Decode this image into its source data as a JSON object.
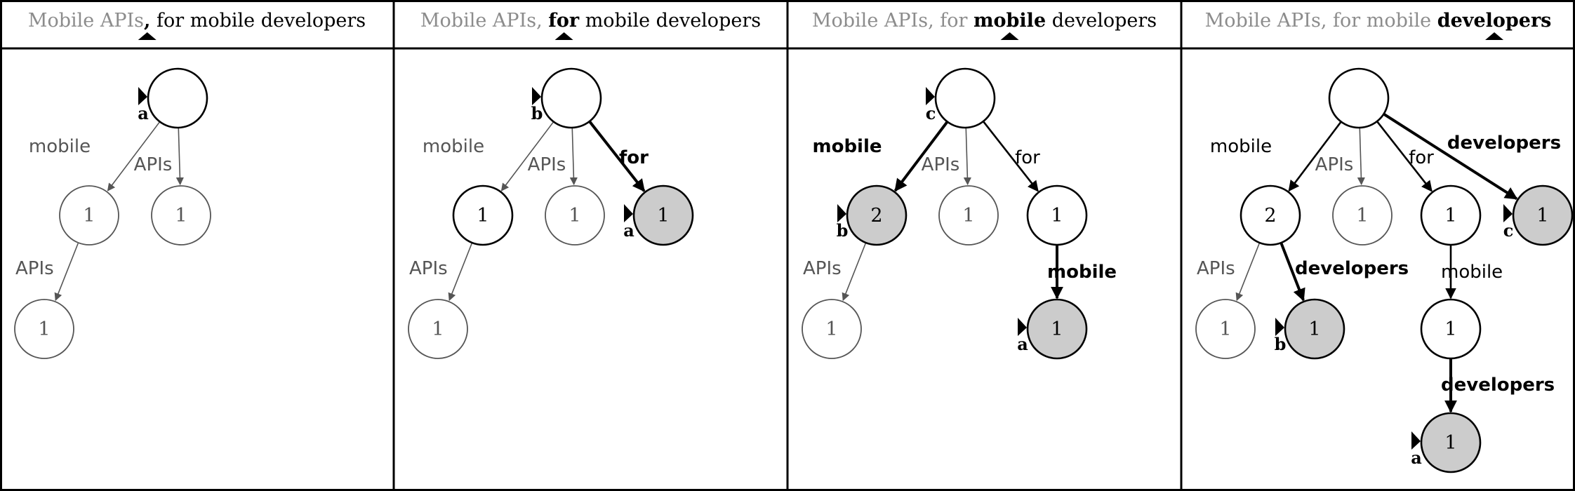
{
  "colors": {
    "frame": "#000000",
    "faded": "#555555",
    "header_faded": "#8c8c8c",
    "active": "#000000",
    "current_fill": "#cccccc",
    "node_fill": "#ffffff"
  },
  "panels": [
    {
      "header_segments": [
        {
          "text": "Mobile APIs",
          "style": "faded"
        },
        {
          "text": ",",
          "style": "bold"
        },
        {
          "text": " for mobile developers",
          "style": "normal"
        }
      ],
      "nodes": [
        {
          "id": "root",
          "label": "",
          "state": "faded-root",
          "pointer": "a"
        },
        {
          "id": "n1",
          "label": "1",
          "state": "faded"
        },
        {
          "id": "n2",
          "label": "1",
          "state": "faded"
        },
        {
          "id": "n3",
          "label": "1",
          "state": "faded"
        }
      ],
      "edges": [
        {
          "from": "root",
          "to": "n1",
          "label": "mobile",
          "state": "faded"
        },
        {
          "from": "root",
          "to": "n2",
          "label": "APIs",
          "state": "faded"
        },
        {
          "from": "n1",
          "to": "n3",
          "label": "APIs",
          "state": "faded"
        }
      ]
    },
    {
      "header_segments": [
        {
          "text": "Mobile APIs, ",
          "style": "faded"
        },
        {
          "text": "for",
          "style": "bold"
        },
        {
          "text": " mobile developers",
          "style": "normal"
        }
      ],
      "nodes": [
        {
          "id": "root",
          "label": "",
          "state": "normal",
          "pointer": "b"
        },
        {
          "id": "n1",
          "label": "1",
          "state": "normal"
        },
        {
          "id": "n2",
          "label": "1",
          "state": "faded"
        },
        {
          "id": "n4",
          "label": "1",
          "state": "current",
          "pointer": "a"
        },
        {
          "id": "n3",
          "label": "1",
          "state": "faded"
        }
      ],
      "edges": [
        {
          "from": "root",
          "to": "n1",
          "label": "mobile",
          "state": "faded"
        },
        {
          "from": "root",
          "to": "n2",
          "label": "APIs",
          "state": "faded"
        },
        {
          "from": "root",
          "to": "n4",
          "label": "for",
          "state": "active"
        },
        {
          "from": "n1",
          "to": "n3",
          "label": "APIs",
          "state": "faded"
        }
      ]
    },
    {
      "header_segments": [
        {
          "text": "Mobile APIs, for ",
          "style": "faded"
        },
        {
          "text": "mobile",
          "style": "bold"
        },
        {
          "text": " developers",
          "style": "normal"
        }
      ],
      "nodes": [
        {
          "id": "root",
          "label": "",
          "state": "normal",
          "pointer": "c"
        },
        {
          "id": "n1",
          "label": "2",
          "state": "current",
          "pointer": "b"
        },
        {
          "id": "n2",
          "label": "1",
          "state": "faded"
        },
        {
          "id": "n4",
          "label": "1",
          "state": "normal"
        },
        {
          "id": "n3",
          "label": "1",
          "state": "faded"
        },
        {
          "id": "n5",
          "label": "1",
          "state": "current",
          "pointer": "a"
        }
      ],
      "edges": [
        {
          "from": "root",
          "to": "n1",
          "label": "mobile",
          "state": "active"
        },
        {
          "from": "root",
          "to": "n2",
          "label": "APIs",
          "state": "faded"
        },
        {
          "from": "root",
          "to": "n4",
          "label": "for",
          "state": "normal"
        },
        {
          "from": "n1",
          "to": "n3",
          "label": "APIs",
          "state": "faded"
        },
        {
          "from": "n4",
          "to": "n5",
          "label": "mobile",
          "state": "active"
        }
      ]
    },
    {
      "header_segments": [
        {
          "text": "Mobile APIs, for mobile ",
          "style": "faded"
        },
        {
          "text": "developers",
          "style": "bold"
        }
      ],
      "nodes": [
        {
          "id": "root",
          "label": "",
          "state": "normal"
        },
        {
          "id": "n1",
          "label": "2",
          "state": "normal"
        },
        {
          "id": "n2",
          "label": "1",
          "state": "faded"
        },
        {
          "id": "n4",
          "label": "1",
          "state": "normal"
        },
        {
          "id": "n6",
          "label": "1",
          "state": "current",
          "pointer": "c"
        },
        {
          "id": "n3",
          "label": "1",
          "state": "faded"
        },
        {
          "id": "n7",
          "label": "1",
          "state": "current",
          "pointer": "b"
        },
        {
          "id": "n5",
          "label": "1",
          "state": "normal"
        },
        {
          "id": "n8",
          "label": "1",
          "state": "current",
          "pointer": "a"
        }
      ],
      "edges": [
        {
          "from": "root",
          "to": "n1",
          "label": "mobile",
          "state": "normal"
        },
        {
          "from": "root",
          "to": "n2",
          "label": "APIs",
          "state": "faded"
        },
        {
          "from": "root",
          "to": "n4",
          "label": "for",
          "state": "normal"
        },
        {
          "from": "root",
          "to": "n6",
          "label": "developers",
          "state": "active"
        },
        {
          "from": "n1",
          "to": "n3",
          "label": "APIs",
          "state": "faded"
        },
        {
          "from": "n1",
          "to": "n7",
          "label": "developers",
          "state": "active"
        },
        {
          "from": "n4",
          "to": "n5",
          "label": "mobile",
          "state": "normal"
        },
        {
          "from": "n5",
          "to": "n8",
          "label": "developers",
          "state": "active"
        }
      ]
    }
  ]
}
